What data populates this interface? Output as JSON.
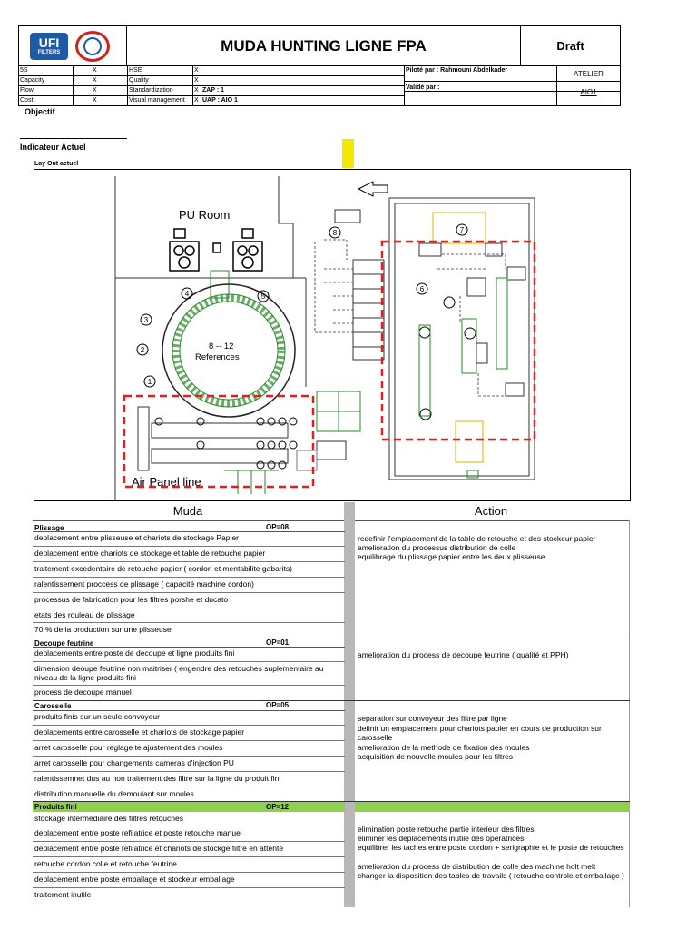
{
  "header": {
    "logo_ufi": "UFI",
    "logo_filters": "FILTERS",
    "title": "MUDA HUNTING LIGNE FPA",
    "status": "Draft"
  },
  "criteria": {
    "left": [
      {
        "label": "5S",
        "mark": "X"
      },
      {
        "label": "Capacity",
        "mark": "X"
      },
      {
        "label": "Flow",
        "mark": "X"
      },
      {
        "label": "Cost",
        "mark": "X"
      }
    ],
    "mid": [
      {
        "label": "HSE",
        "mark": "X"
      },
      {
        "label": "Quality",
        "mark": "X"
      },
      {
        "label": "Standardization",
        "mark": "X"
      },
      {
        "label": "Visual management",
        "mark": "X"
      }
    ],
    "zap": "ZAP   :  1",
    "uap": "UAP  :   AIO 1",
    "pilot": "Piloté par : Rahmouni Abdelkader",
    "valid": "Validé par :",
    "atelier": "ATELIER",
    "atelier_value": "AIO1"
  },
  "labels": {
    "objectif": "Objectif",
    "indicateur": "Indicateur Actuel",
    "layout": "Lay Out actuel",
    "muda": "Muda",
    "action": "Action"
  },
  "layout_drawing": {
    "pu_room": "PU Room",
    "references_a": "8 -- 12",
    "references_b": "References",
    "air_panel": "Air Panel line",
    "station_numbers": [
      "1",
      "2",
      "3",
      "4",
      "5",
      "6",
      "7",
      "8"
    ]
  },
  "sections": [
    {
      "name": "Plissage",
      "op": "OP=08",
      "muda": [
        " deplacement entre plisseuse et chariots de stockage  Papier",
        "deplacement entre chariots de stockage et table de retouche papier",
        "traitement excedentaire  de retouche papier ( cordon et mentabilite gabarits)",
        "ralentissement proccess de plissage ( capacité machine cordon)",
        "processus de fabrication pour les filtres porshe et ducato",
        "etats des rouleau de plissage",
        "70 % de la production sur une plisseuse"
      ],
      "action": [
        "redefinir l'emplacement de la table de retouche et des stockeur papier",
        "amelioration du processus distribution de colle",
        "equilibrage du plissage papier entre les deux plisseuse"
      ]
    },
    {
      "name": "Decoupe feutrine",
      "op": "OP=01",
      "muda": [
        "deplacements entre poste de decoupe  et ligne produits fini",
        "dimension deoupe feutrine non maitriser ( engendre des retouches suplementaire au niveau de la ligne produits fini",
        "process de decoupe manuel"
      ],
      "action": [
        "amelioration du process de decoupe feutrine ( qualité et PPH)"
      ]
    },
    {
      "name": "Carosselle",
      "op": "OP=05",
      "muda": [
        "produits finis sur un seule convoyeur",
        "deplacements entre carosselle et chariots de stockage papier",
        "arret carosselle pour reglage te ajustement des moules",
        "arret carosselle pour changements cameras d'injection PU",
        "ralentissemnet dus au non traitement des filtre sur la ligne du produit fini",
        "distribution manuelle du demoulant sur moules"
      ],
      "action": [
        "separation sur convoyeur des filtre par ligne",
        "definir un emplacement pour chariots papier en cours de production sur carosselle",
        "amelioration de la methode de fixation des moules",
        "acquisition de nouvelle moules pour les filtres"
      ]
    },
    {
      "name": "Produits fini",
      "op": "OP=12",
      "muda": [
        "stockage intermediaire des filtres retouchés",
        "deplacement entre poste refilatrice  et poste retouche manuel",
        "deplacement entre poste refilatrice  et chariots de stockge filtre en attente",
        "retouche cordon colle et retouche feutrine",
        "deplacement entre poste emballage et stockeur emballage",
        "traitement inutile"
      ],
      "action": [
        "elimination poste retouche partie interieur des filtres",
        "eliminer les deplacements inutile des operatrices",
        "equilibrer  les taches entre poste cordon + serigraphie et le poste de retouches",
        "amelioration du process de distribution de colle des machine holt melt",
        "changer la disposition des tables de travails  ( retouche controle et emballage )"
      ]
    }
  ],
  "colors": {
    "green_band": "#8fd14f",
    "gray_divider": "#b8b8b8",
    "red_dashed": "#e02020",
    "yellow": "#f5e800",
    "ufi_blue": "#1f5aa6"
  }
}
